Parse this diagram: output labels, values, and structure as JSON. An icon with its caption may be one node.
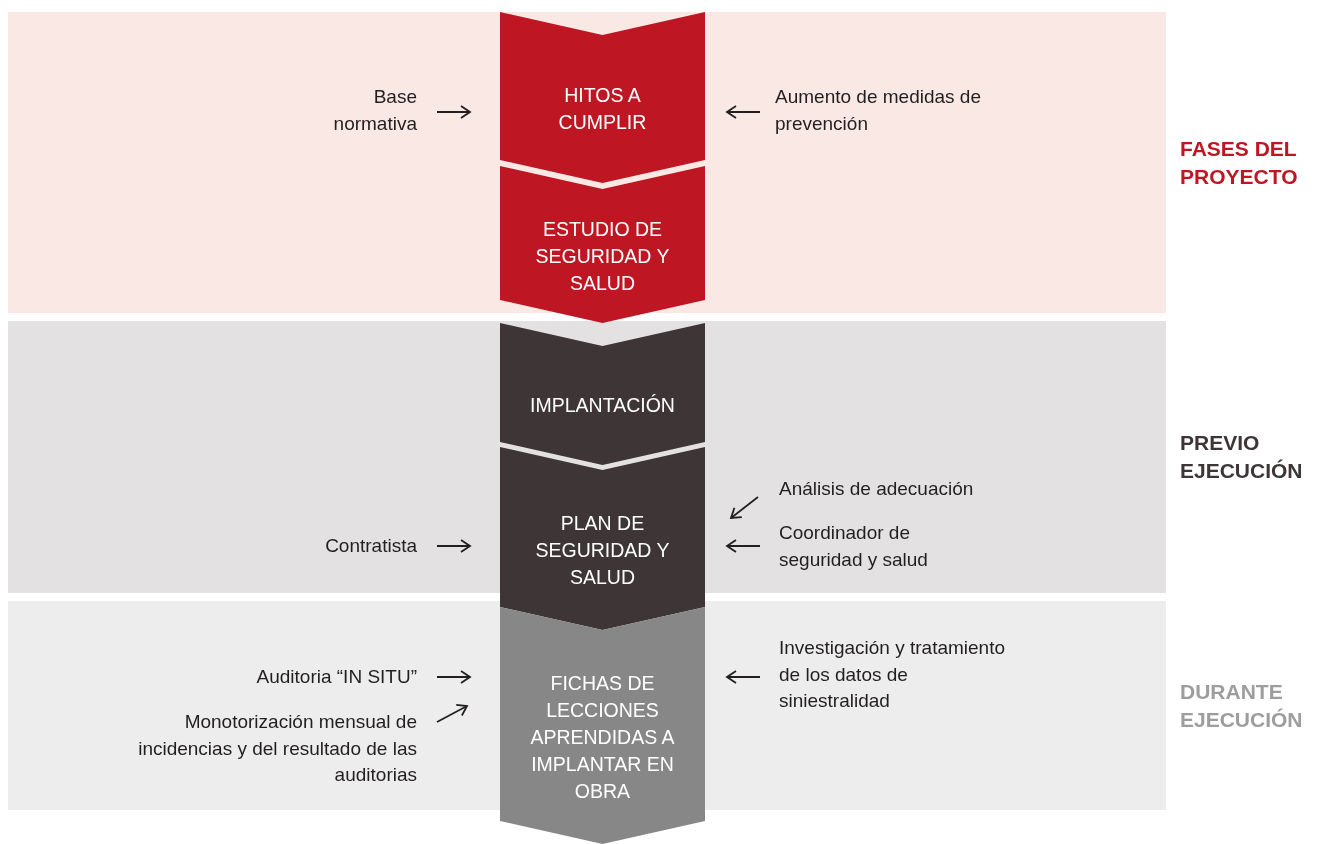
{
  "diagram": {
    "nodes": [
      {
        "text": [
          "FASES DEL PROYECTO"
        ]
      },
      {
        "text": [
          "Base normativa"
        ],
        "in": 0
      },
      {
        "text": [
          "HITOS A CUMPLIR"
        ],
        "in": 0
      },
      {
        "text": [
          "Aumento de medidas de prevención"
        ],
        "in": 0
      },
      {
        "text": [
          "ESTUDIO DE SEGURIDAD Y SALUD"
        ]
      },
      {
        "text": [
          "PREVIO EJECUCIÓN"
        ]
      },
      {
        "text": [
          "IMPLANTACIÓN"
        ],
        "in": 5
      },
      {
        "text": [
          "Análisis de adecuación"
        ],
        "in": 5
      },
      {
        "text": [
          "Contratista"
        ],
        "in": 5
      },
      {
        "text": [
          "PLAN DE SEGURIDAD Y SALUD"
        ]
      },
      {
        "text": [
          "Coordinador de seguridad y salud"
        ],
        "in": 5
      },
      {
        "text": [
          "DURANTE EJECUCIÓN"
        ]
      },
      {
        "text": [
          "Auditoria “IN SITU”"
        ],
        "in": 11
      },
      {
        "text": [
          "FICHAS DE LECCIONES APRENDIDAS A IMPLANTAR EN OBRA"
        ]
      },
      {
        "text": [
          "Investigación y tratamiento de los datos de siniestralidad"
        ],
        "in": 11
      },
      {
        "text": [
          "Monotorización mensual de incidencias y del resultado de las auditorias"
        ],
        "in": 11
      }
    ],
    "edges": [
      {
        "from": 1,
        "to": 2,
        "arrow": "to"
      },
      {
        "from": 3,
        "to": 2,
        "arrow": "to"
      },
      {
        "from": 7,
        "to": 9,
        "arrow": "to"
      },
      {
        "from": 8,
        "to": 9,
        "arrow": "to"
      },
      {
        "from": 10,
        "to": 9,
        "arrow": "to"
      },
      {
        "from": 12,
        "to": 13,
        "arrow": "to"
      },
      {
        "from": 14,
        "to": 13,
        "arrow": "to"
      },
      {
        "from": 15,
        "to": 13,
        "arrow": "to"
      }
    ]
  }
}
